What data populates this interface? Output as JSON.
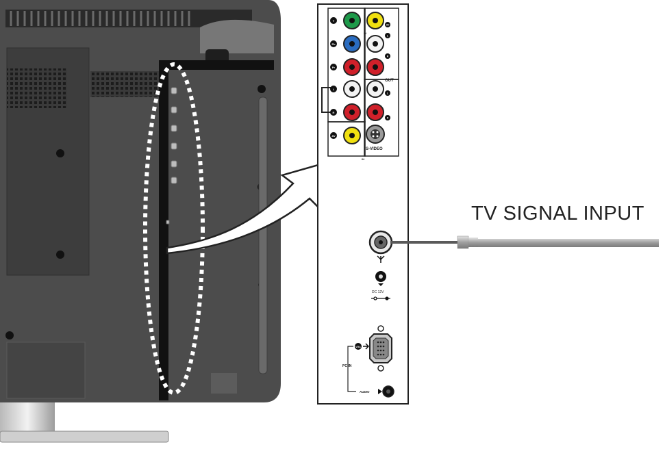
{
  "labels": {
    "signal_input": "TV SIGNAL INPUT",
    "jack_labels": [
      "Y",
      "Pb",
      "Pr",
      "L",
      "R",
      "AV",
      "AV",
      "L",
      "R",
      "L",
      "R"
    ],
    "out_label": "OUT",
    "svideo": "S-VIDEO",
    "in_label": "IN",
    "dc": "DC 12V",
    "vga": "VGA",
    "pc_in": "PC IN",
    "audio": "AUDIO"
  },
  "colors": {
    "tv_body": "#4b4b4b",
    "tv_dark": "#2e2e2e",
    "jack_green": "#1e9a4a",
    "jack_blue": "#2a6cc0",
    "jack_red": "#d0202a",
    "jack_white": "#f2f2f2",
    "jack_yellow": "#f0e010",
    "cable": "#9a9a9a",
    "arrow": "#ffffff"
  },
  "icons": {
    "antenna": "antenna-icon",
    "dc_power": "power-polarity-icon"
  }
}
